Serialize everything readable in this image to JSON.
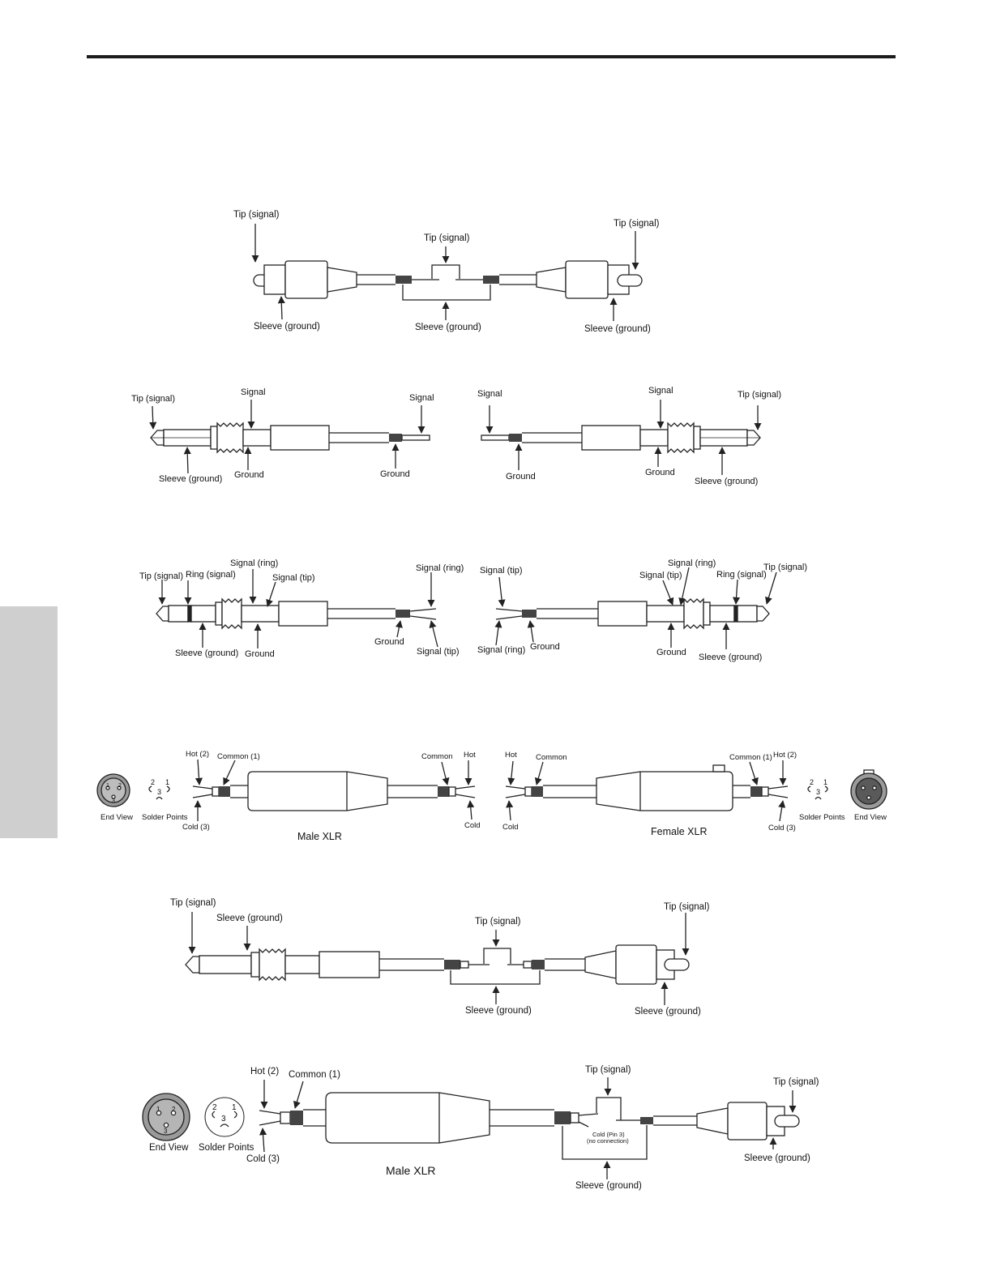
{
  "colors": {
    "rule": "#1c1c1c",
    "side_tab": "#cfcfcf",
    "line": "#222222",
    "braid": "#444444",
    "xlr_face": "#9a9a9a"
  },
  "rca_rca": {
    "left_tip": "Tip (signal)",
    "left_sleeve": "Sleeve (ground)",
    "center_tip": "Tip (signal)",
    "center_sleeve": "Sleeve (ground)",
    "right_tip": "Tip (signal)",
    "right_sleeve": "Sleeve (ground)"
  },
  "ts_left": {
    "tip": "Tip (signal)",
    "sleeve": "Sleeve (ground)",
    "signal": "Signal",
    "ground": "Ground",
    "end_signal": "Signal",
    "end_ground": "Ground"
  },
  "ts_right": {
    "end_signal": "Signal",
    "end_ground": "Ground",
    "signal": "Signal",
    "ground": "Ground",
    "tip": "Tip (signal)",
    "sleeve": "Sleeve (ground)"
  },
  "trs_left": {
    "tip": "Tip (signal)",
    "ring": "Ring (signal)",
    "signal_ring": "Signal (ring)",
    "signal_tip": "Signal (tip)",
    "sleeve": "Sleeve (ground)",
    "ground": "Ground",
    "end_signal_ring": "Signal (ring)",
    "end_ground": "Ground",
    "end_signal_tip": "Signal (tip)"
  },
  "trs_right": {
    "end_signal_tip": "Signal (tip)",
    "end_signal_ring": "Signal (ring)",
    "end_ground": "Ground",
    "signal_ring": "Signal (ring)",
    "signal_tip": "Signal (tip)",
    "ring": "Ring (signal)",
    "tip": "Tip (signal)",
    "ground": "Ground",
    "sleeve": "Sleeve (ground)"
  },
  "xlr_male": {
    "end_view": "End View",
    "solder_points": "Solder Points",
    "hot": "Hot (2)",
    "common": "Common (1)",
    "cold": "Cold (3)",
    "far_common": "Common",
    "far_hot": "Hot",
    "far_cold": "Cold",
    "title": "Male XLR",
    "pin1": "1",
    "pin2": "2",
    "pin3": "3"
  },
  "xlr_female": {
    "hot": "Hot",
    "common": "Common",
    "cold": "Cold",
    "near_common": "Common (1)",
    "near_hot": "Hot (2)",
    "near_cold": "Cold (3)",
    "solder_points": "Solder Points",
    "end_view": "End View",
    "title": "Female XLR",
    "pin1": "1",
    "pin2": "2",
    "pin3": "3"
  },
  "ts_rca": {
    "tip": "Tip (signal)",
    "sleeve": "Sleeve (ground)",
    "center_tip": "Tip (signal)",
    "center_sleeve": "Sleeve (ground)",
    "rca_tip": "Tip (signal)",
    "rca_sleeve": "Sleeve (ground)"
  },
  "xlr_rca": {
    "end_view": "End View",
    "solder_points": "Solder Points",
    "hot": "Hot (2)",
    "common": "Common (1)",
    "cold": "Cold (3)",
    "title": "Male XLR",
    "center_tip": "Tip (signal)",
    "cold_pin3": "Cold (Pin 3)",
    "no_connection": "(no connection)",
    "center_sleeve": "Sleeve (ground)",
    "rca_tip": "Tip (signal)",
    "rca_sleeve": "Sleeve (ground)",
    "pin1": "1",
    "pin2": "2",
    "pin3": "3"
  }
}
